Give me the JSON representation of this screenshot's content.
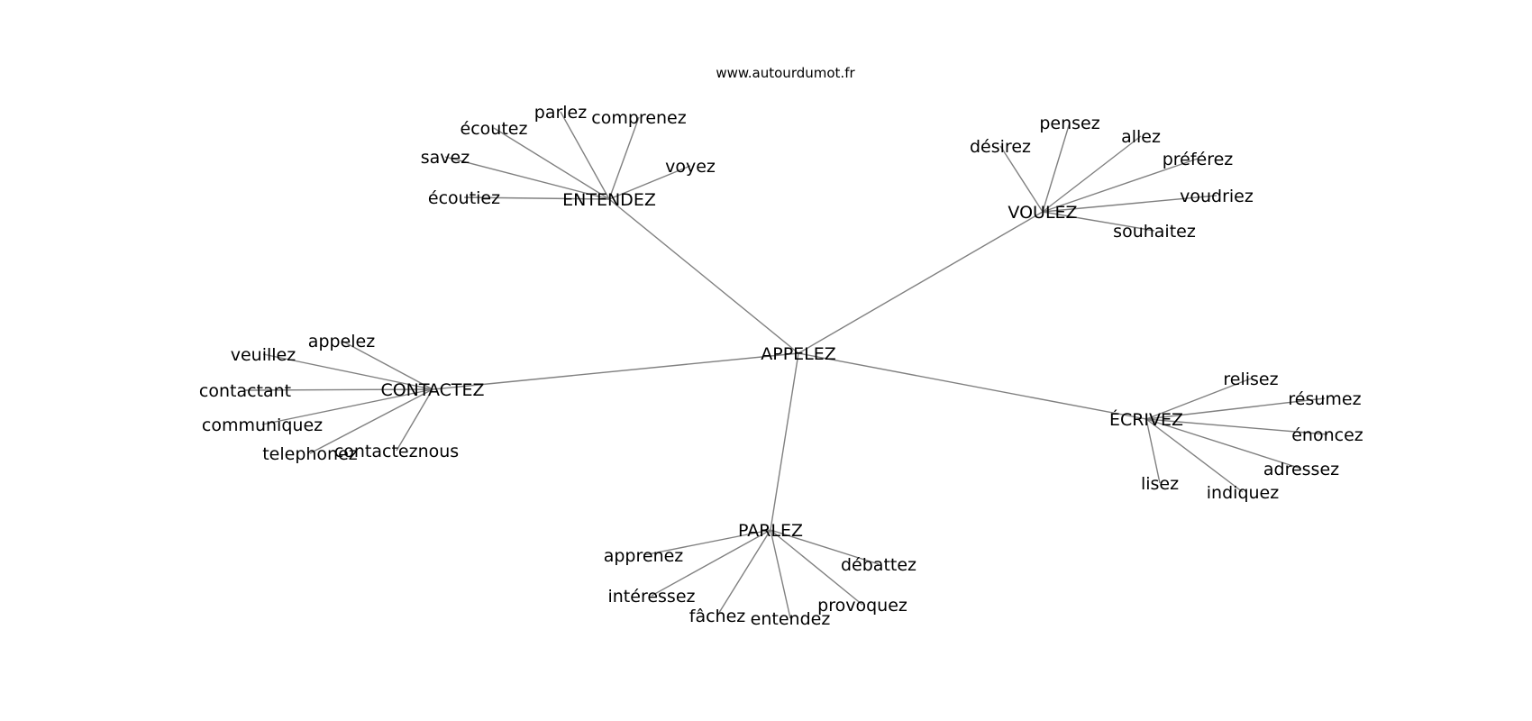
{
  "site": "www.autourdumot.fr",
  "graph": {
    "center": "APPELEZ",
    "hubs": [
      {
        "label": "ENTENDEZ",
        "leaves": [
          "parlez",
          "comprenez",
          "écoutez",
          "savez",
          "voyez",
          "écoutiez"
        ]
      },
      {
        "label": "VOULEZ",
        "leaves": [
          "pensez",
          "allez",
          "désirez",
          "préférez",
          "voudriez",
          "souhaitez"
        ]
      },
      {
        "label": "CONTACTEZ",
        "leaves": [
          "appelez",
          "veuillez",
          "contactant",
          "communiquez",
          "telephonez",
          "contacteznous"
        ]
      },
      {
        "label": "ÉCRIVEZ",
        "leaves": [
          "relisez",
          "résumez",
          "énoncez",
          "adressez",
          "indiquez",
          "lisez"
        ]
      },
      {
        "label": "PARLEZ",
        "leaves": [
          "apprenez",
          "débattez",
          "intéressez",
          "provoquez",
          "fâchez",
          "entendez"
        ]
      }
    ]
  },
  "colors": {
    "edge": "#808080",
    "text": "#000000"
  }
}
